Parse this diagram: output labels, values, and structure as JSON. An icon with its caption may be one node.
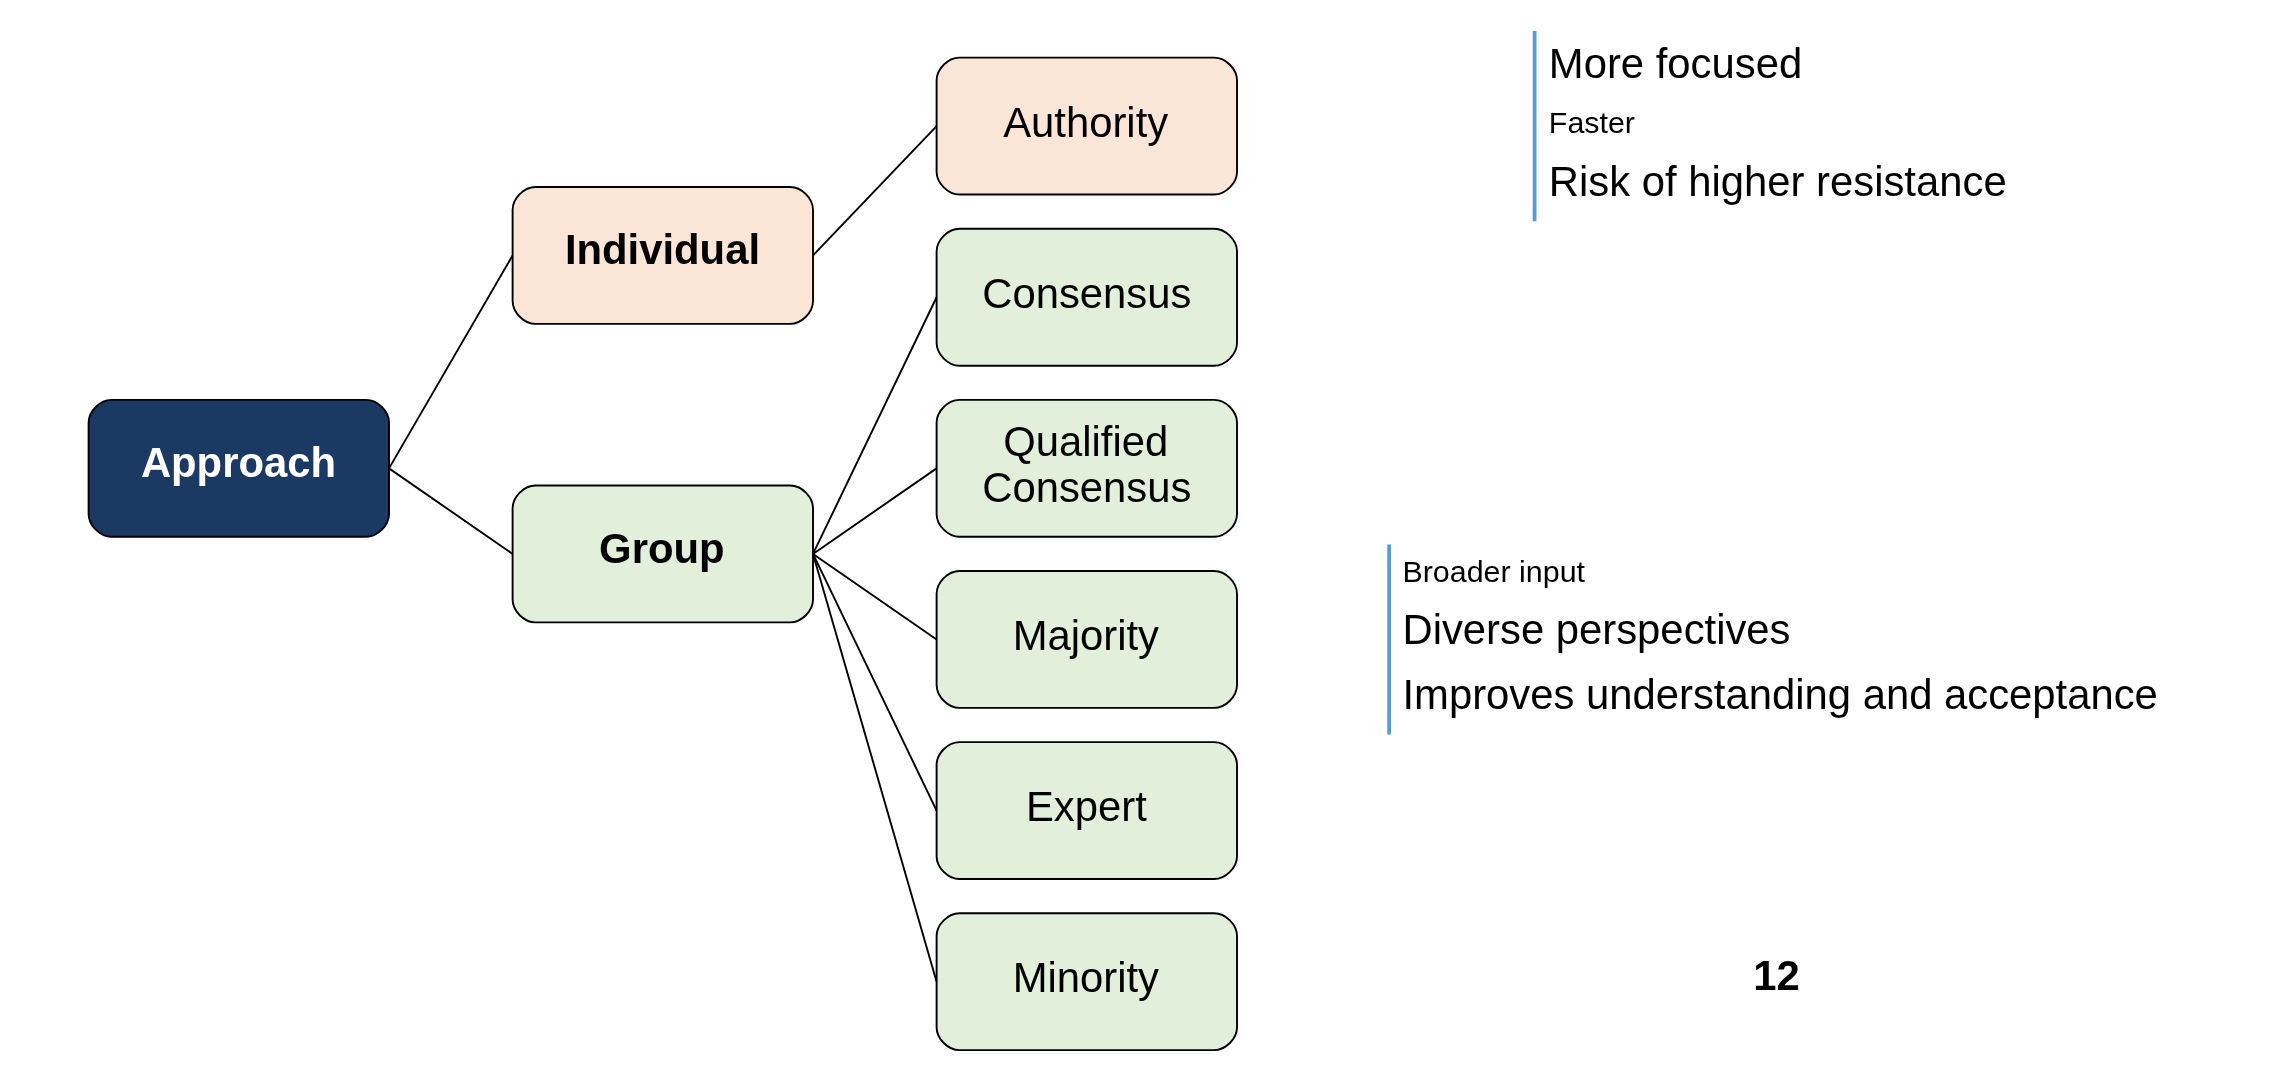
{
  "diagram": {
    "nodes": [
      {
        "text": [
          "Approach"
        ]
      },
      {
        "text": [
          "Individual"
        ]
      },
      {
        "text": [
          "Group"
        ]
      },
      {
        "text": [
          "Authority"
        ]
      },
      {
        "text": [
          "Consensus"
        ]
      },
      {
        "text": [
          "Qualified Consensus"
        ]
      },
      {
        "text": [
          "Majority"
        ]
      },
      {
        "text": [
          "Expert"
        ]
      },
      {
        "text": [
          "Minority"
        ]
      }
    ],
    "edges": [
      {
        "from": 0,
        "to": 1,
        "arrow": "none"
      },
      {
        "from": 0,
        "to": 2,
        "arrow": "none"
      },
      {
        "from": 1,
        "to": 3,
        "arrow": "none"
      },
      {
        "from": 2,
        "to": 4,
        "arrow": "none"
      },
      {
        "from": 2,
        "to": 5,
        "arrow": "none"
      },
      {
        "from": 2,
        "to": 6,
        "arrow": "none"
      },
      {
        "from": 2,
        "to": 7,
        "arrow": "none"
      },
      {
        "from": 2,
        "to": 8,
        "arrow": "none"
      }
    ],
    "labels": [
      "More focused",
      "Faster",
      "Risk of higher resistance",
      "Broader input",
      "Diverse perspectives",
      "Improves understanding and acceptance",
      "12"
    ]
  }
}
